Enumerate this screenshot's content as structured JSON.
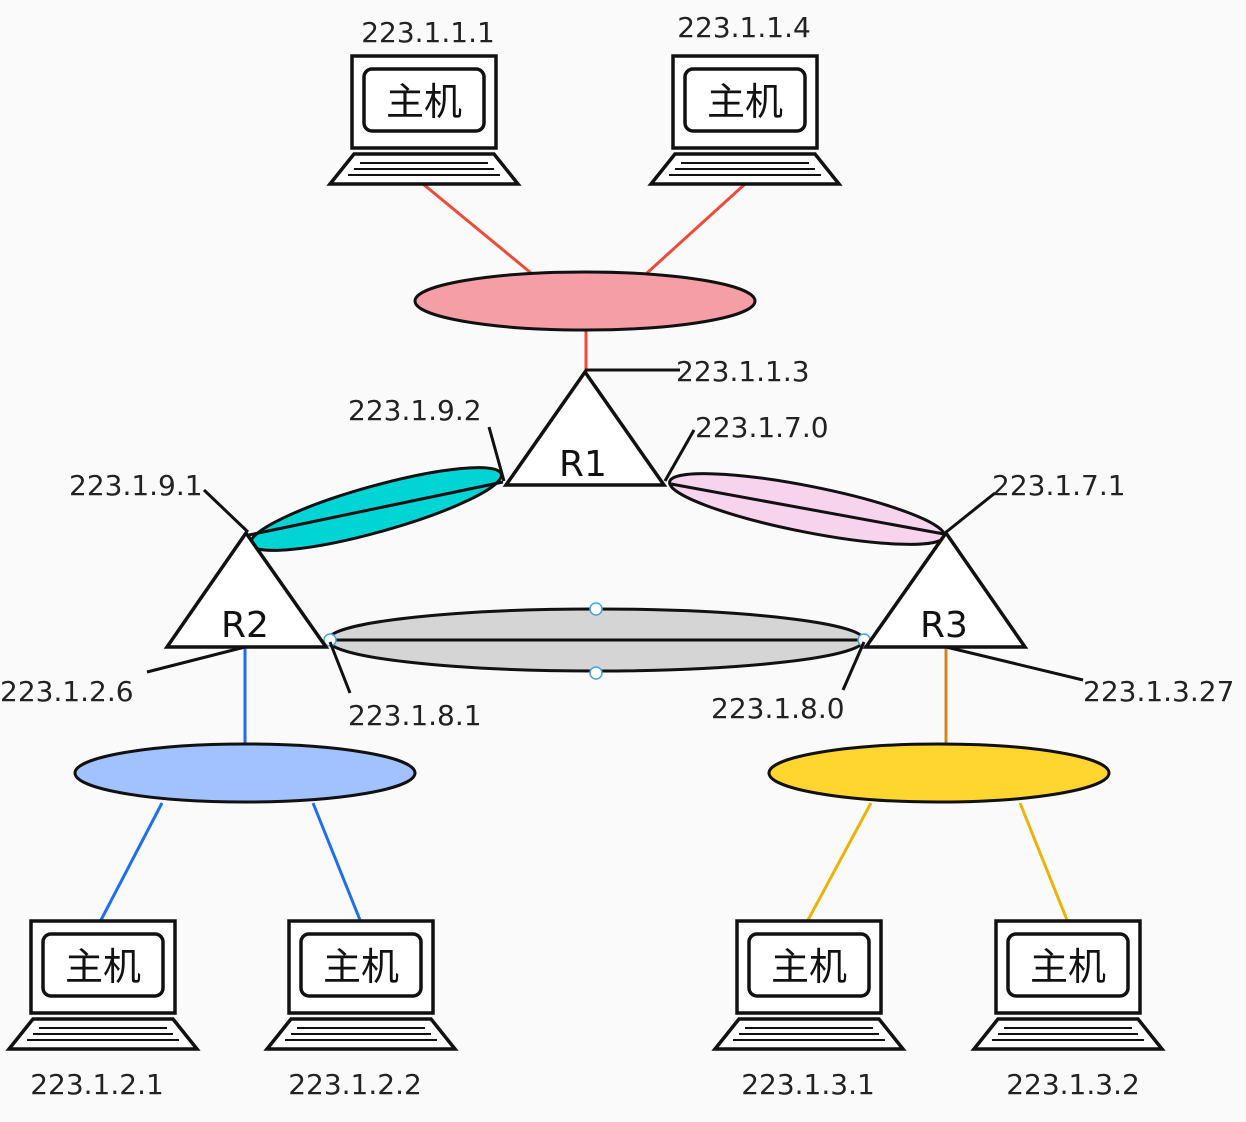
{
  "routers": [
    {
      "id": "R1",
      "label": "R1"
    },
    {
      "id": "R2",
      "label": "R2"
    },
    {
      "id": "R3",
      "label": "R3"
    }
  ],
  "hosts": [
    {
      "label": "主机",
      "ip": "223.1.1.1"
    },
    {
      "label": "主机",
      "ip": "223.1.1.4"
    },
    {
      "label": "主机",
      "ip": "223.1.2.1"
    },
    {
      "label": "主机",
      "ip": "223.1.2.2"
    },
    {
      "label": "主机",
      "ip": "223.1.3.1"
    },
    {
      "label": "主机",
      "ip": "223.1.3.2"
    }
  ],
  "interfaces": {
    "r1_top": "223.1.1.3",
    "r1_left": "223.1.9.2",
    "r1_right": "223.1.7.0",
    "r2_top": "223.1.9.1",
    "r2_left": "223.1.2.6",
    "r2_right": "223.1.8.1",
    "r3_top": "223.1.7.1",
    "r3_left": "223.1.8.0",
    "r3_right": "223.1.3.27"
  },
  "colors": {
    "subnet_1": "#f59ea6",
    "subnet_2": "#a1c2ff",
    "subnet_3": "#ffd530",
    "link_9": "#00d4d4",
    "link_7": "#f8d3ee",
    "link_8": "#d5d5d5",
    "line_1": "#ef4b3b",
    "line_2": "#1e6ff0",
    "line_3": "#eab308",
    "line_3_router": "#d4841a",
    "handle": "#4aa3e0"
  }
}
